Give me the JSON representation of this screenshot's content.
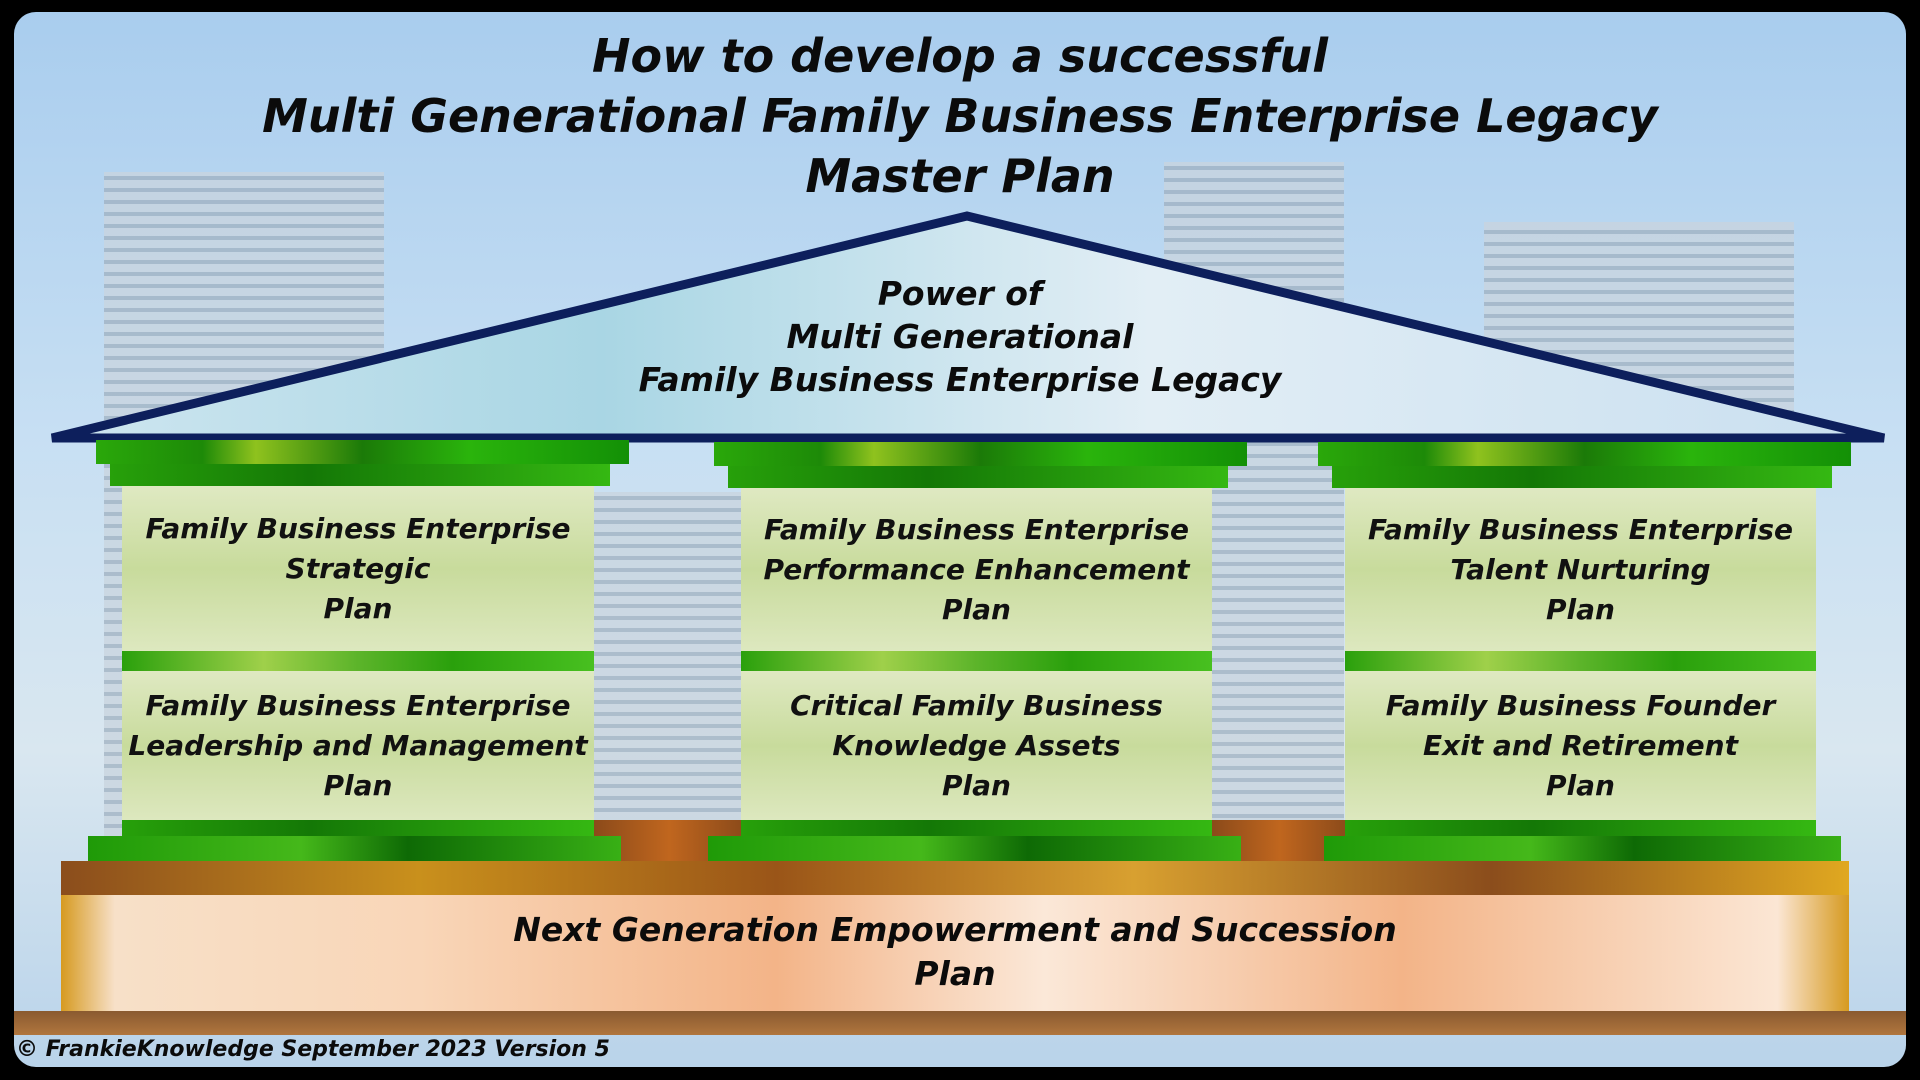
{
  "title": {
    "line1": "How to develop a successful",
    "line2": "Multi Generational Family Business Enterprise Legacy",
    "line3": "Master Plan"
  },
  "roof": {
    "line1": "Power of",
    "line2": "Multi Generational",
    "line3": "Family Business Enterprise Legacy"
  },
  "pillars": [
    {
      "upper": "Family Business Enterprise\nStrategic\nPlan",
      "lower": "Family Business  Enterprise\nLeadership and Management\nPlan"
    },
    {
      "upper": "Family Business Enterprise\nPerformance Enhancement\nPlan",
      "lower": "Critical Family Business\nKnowledge Assets\nPlan"
    },
    {
      "upper": "Family Business Enterprise\nTalent Nurturing\nPlan",
      "lower": "Family Business Founder\nExit and Retirement\nPlan"
    }
  ],
  "foundation": {
    "line1": "Next Generation Empowerment and Succession",
    "line2": "Plan"
  },
  "footer": "© FrankieKnowledge September 2023 Version 5",
  "colors": {
    "roof": "#0d1f5c",
    "pillar_green": "#2aa80a",
    "foundation_brown": "#9b5a26"
  }
}
